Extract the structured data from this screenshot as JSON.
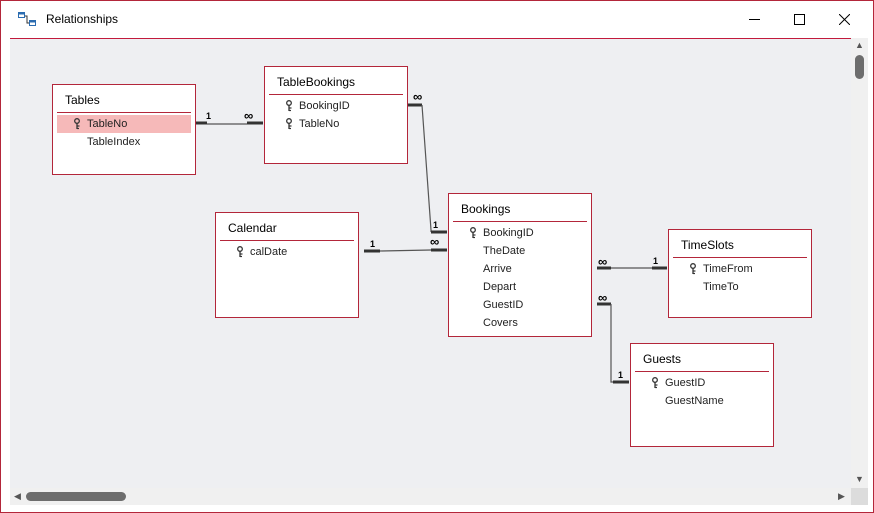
{
  "window": {
    "title": "Relationships",
    "icon": "relationships-icon",
    "controls": [
      "minimize-icon",
      "maximize-icon",
      "close-icon"
    ]
  },
  "colors": {
    "border": "#b3263a",
    "canvas": "#eeeff2",
    "selected_row": "#f6b9b9"
  },
  "tables": {
    "tables": {
      "title": "Tables",
      "fields": [
        {
          "name": "TableNo",
          "key": true,
          "selected": true
        },
        {
          "name": "TableIndex",
          "key": false
        }
      ]
    },
    "tablebookings": {
      "title": "TableBookings",
      "fields": [
        {
          "name": "BookingID",
          "key": true
        },
        {
          "name": "TableNo",
          "key": true
        }
      ]
    },
    "calendar": {
      "title": "Calendar",
      "fields": [
        {
          "name": "calDate",
          "key": true
        }
      ]
    },
    "bookings": {
      "title": "Bookings",
      "fields": [
        {
          "name": "BookingID",
          "key": true
        },
        {
          "name": "TheDate",
          "key": false
        },
        {
          "name": "Arrive",
          "key": false
        },
        {
          "name": "Depart",
          "key": false
        },
        {
          "name": "GuestID",
          "key": false
        },
        {
          "name": "Covers",
          "key": false
        }
      ]
    },
    "timeslots": {
      "title": "TimeSlots",
      "fields": [
        {
          "name": "TimeFrom",
          "key": true
        },
        {
          "name": "TimeTo",
          "key": false
        }
      ]
    },
    "guests": {
      "title": "Guests",
      "fields": [
        {
          "name": "GuestID",
          "key": true
        },
        {
          "name": "GuestName",
          "key": false
        }
      ]
    }
  },
  "relationships": [
    {
      "from": "Tables.TableNo",
      "to": "TableBookings.TableNo",
      "one": "1",
      "many": "∞"
    },
    {
      "from": "Bookings.BookingID",
      "to": "TableBookings.BookingID",
      "one": "1",
      "many": "∞"
    },
    {
      "from": "Calendar.calDate",
      "to": "Bookings.TheDate",
      "one": "1",
      "many": "∞"
    },
    {
      "from": "TimeSlots.TimeFrom",
      "to": "Bookings.Arrive",
      "one": "1",
      "many": "∞"
    },
    {
      "from": "Guests.GuestID",
      "to": "Bookings.GuestID",
      "one": "1",
      "many": "∞"
    }
  ]
}
